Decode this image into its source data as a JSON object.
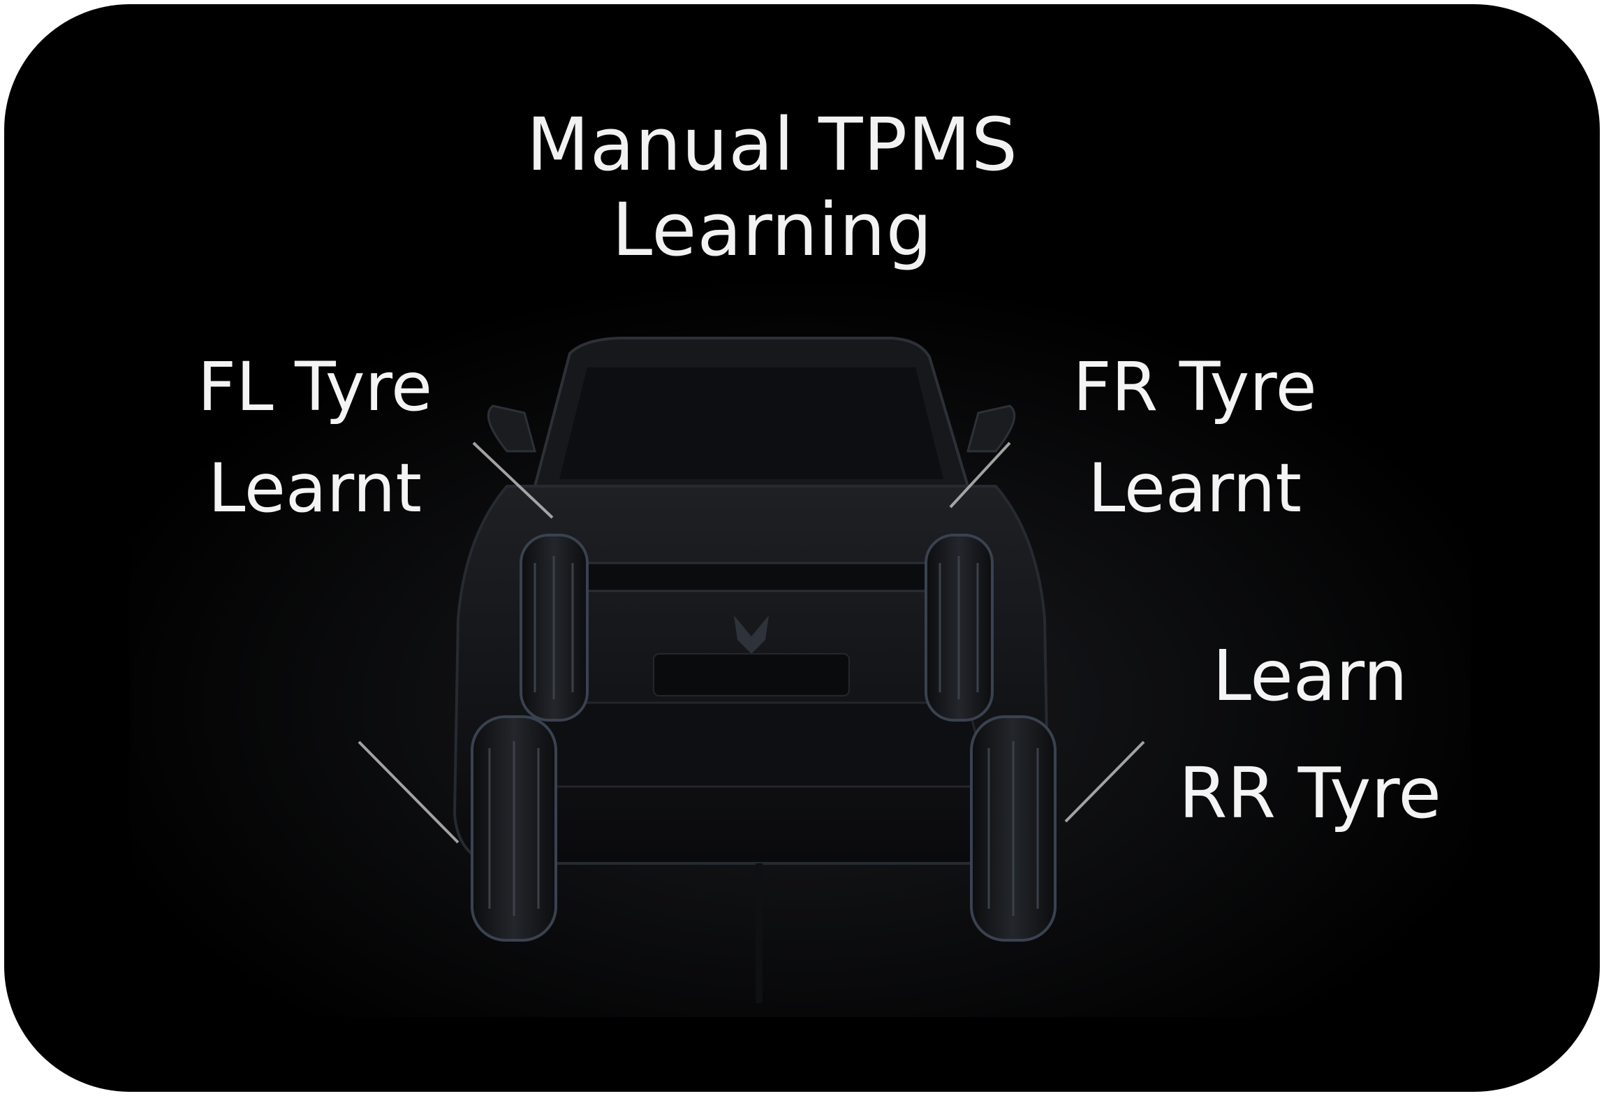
{
  "title": "Manual TPMS Learning",
  "tyres": {
    "fl": {
      "name": "FL Tyre",
      "status": "Learnt"
    },
    "fr": {
      "name": "FR Tyre",
      "status": "Learnt"
    },
    "rl": {
      "name": "",
      "status": ""
    },
    "rr": {
      "action": "Learn",
      "name": "RR Tyre"
    }
  },
  "colors": {
    "background": "#000000",
    "text": "#f4f4f4",
    "leader_line": "#d8d8d8",
    "car_body": "#141417",
    "car_edge": "#2a2e36"
  }
}
